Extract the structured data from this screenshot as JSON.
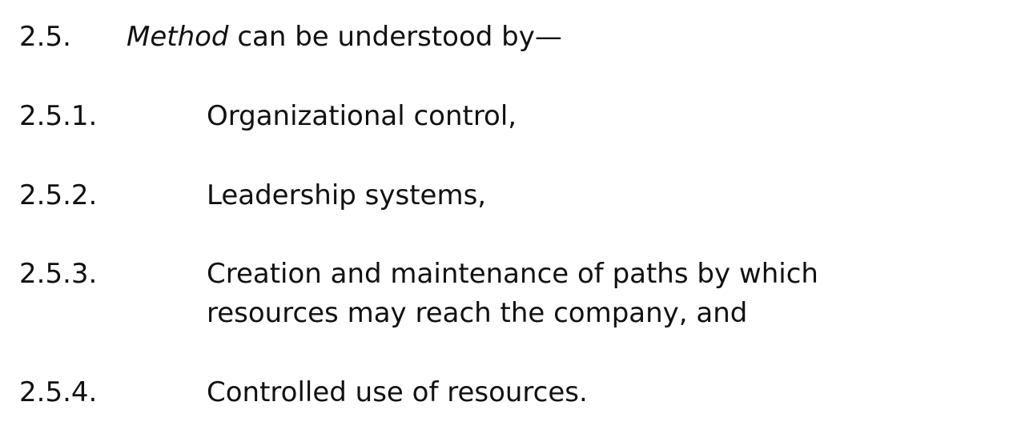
{
  "section": {
    "number": "2.5.",
    "emphasis": "Method",
    "text": " can be understood by—"
  },
  "items": [
    {
      "number": "2.5.1.",
      "lines": [
        "Organizational control,"
      ]
    },
    {
      "number": "2.5.2.",
      "lines": [
        "Leadership systems,"
      ]
    },
    {
      "number": "2.5.3.",
      "lines": [
        "Creation and maintenance of paths by which",
        "resources may reach the company, and"
      ]
    },
    {
      "number": "2.5.4.",
      "lines": [
        "Controlled use of resources."
      ]
    }
  ]
}
